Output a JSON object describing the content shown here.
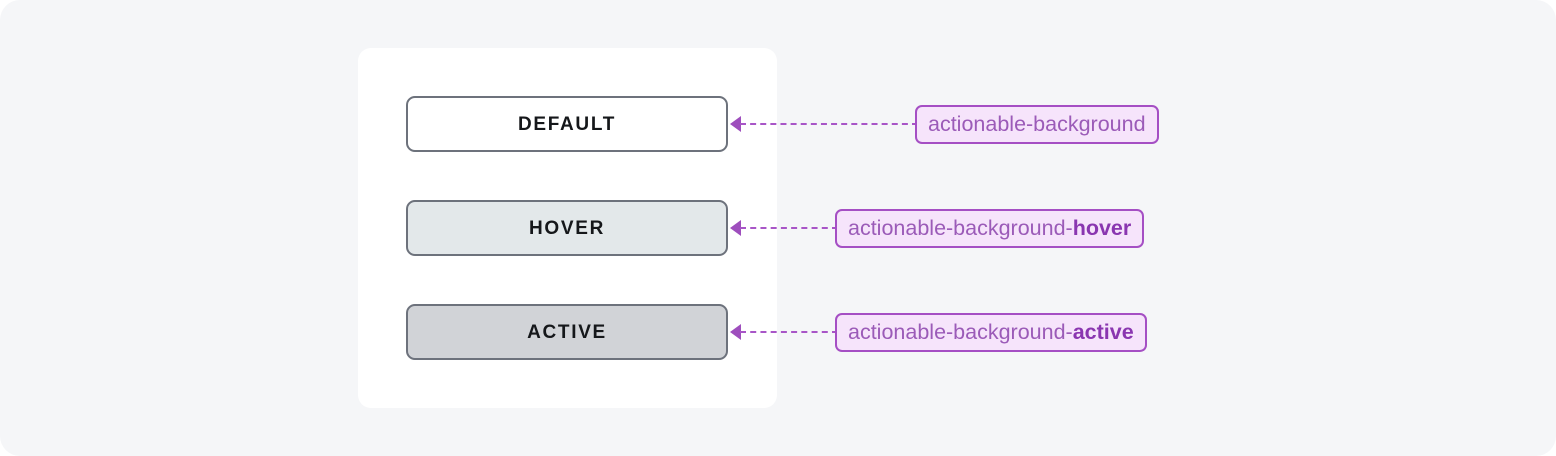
{
  "canvas": {
    "background": "#f5f6f8",
    "card_background": "#ffffff"
  },
  "palette": {
    "button_border": "#6d727c",
    "button_default_fill": "#ffffff",
    "button_hover_fill": "#e3e8ea",
    "button_active_fill": "#d1d3d7",
    "button_text": "#15171a",
    "connector": "#a855c7",
    "arrow_head": "#9e4ebd",
    "chip_fill": "#f6e4fb",
    "chip_border": "#a54fc4",
    "chip_text": "#9b5bb8",
    "chip_text_bold": "#8a36b0"
  },
  "rows": [
    {
      "state": "DEFAULT",
      "button_label": "DEFAULT",
      "token_base": "actionable-background",
      "token_suffix": "",
      "fill": "#ffffff"
    },
    {
      "state": "HOVER",
      "button_label": "HOVER",
      "token_base": "actionable-background-",
      "token_suffix": "hover",
      "fill": "#e3e8ea"
    },
    {
      "state": "ACTIVE",
      "button_label": "ACTIVE",
      "token_base": "actionable-background-",
      "token_suffix": "active",
      "fill": "#d1d3d7"
    }
  ]
}
